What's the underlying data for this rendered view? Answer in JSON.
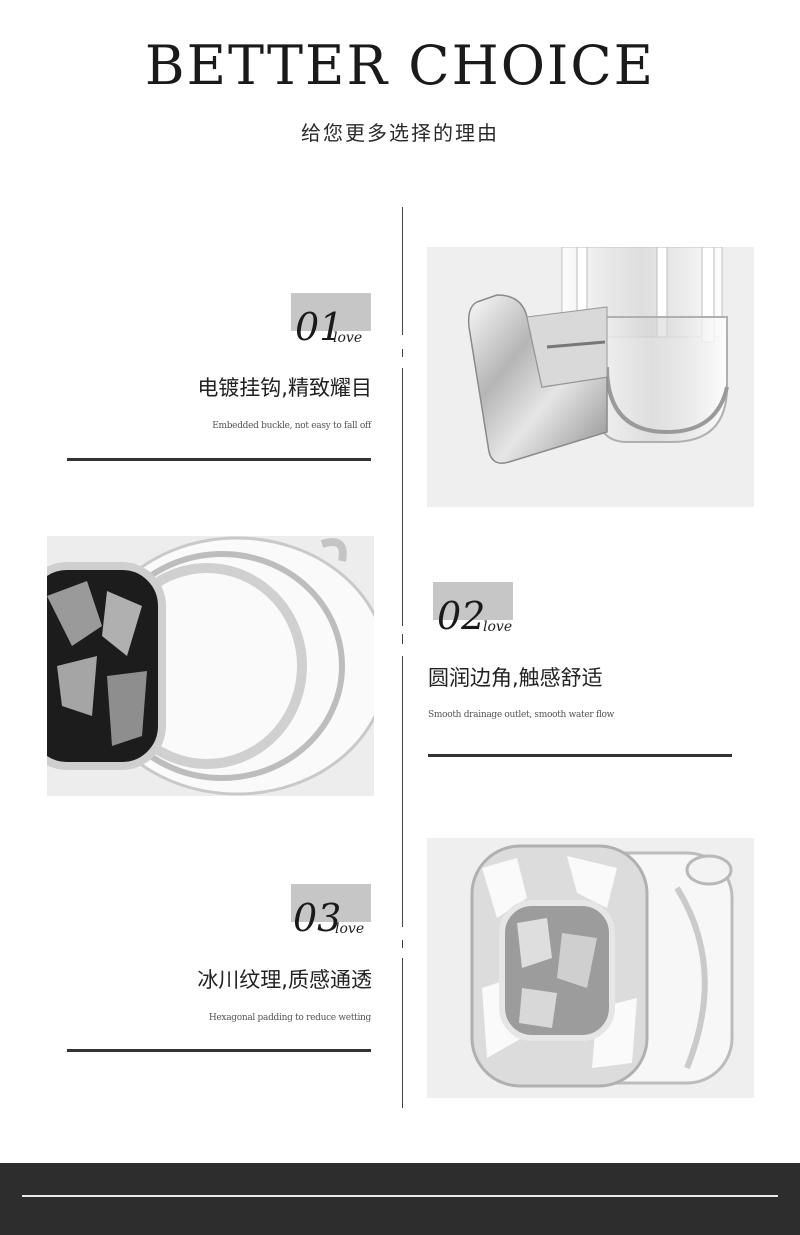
{
  "header": {
    "title": "BETTER CHOICE",
    "subtitle": "给您更多选择的理由"
  },
  "features": [
    {
      "number": "01",
      "suffix": "love",
      "title": "电镀挂钩,精致耀目",
      "subtitle": "Embedded buckle, not easy to fall off"
    },
    {
      "number": "02",
      "suffix": "love",
      "title": "圆润边角,触感舒适",
      "subtitle": "Smooth drainage outlet, smooth water flow"
    },
    {
      "number": "03",
      "suffix": "love",
      "title": "冰川纹理,质感通透",
      "subtitle": "Hexagonal padding to reduce wetting"
    }
  ],
  "colors": {
    "accent_gray": "#c6c6c6",
    "footer_bg": "#2d2d2d",
    "text_dark": "#222222"
  }
}
